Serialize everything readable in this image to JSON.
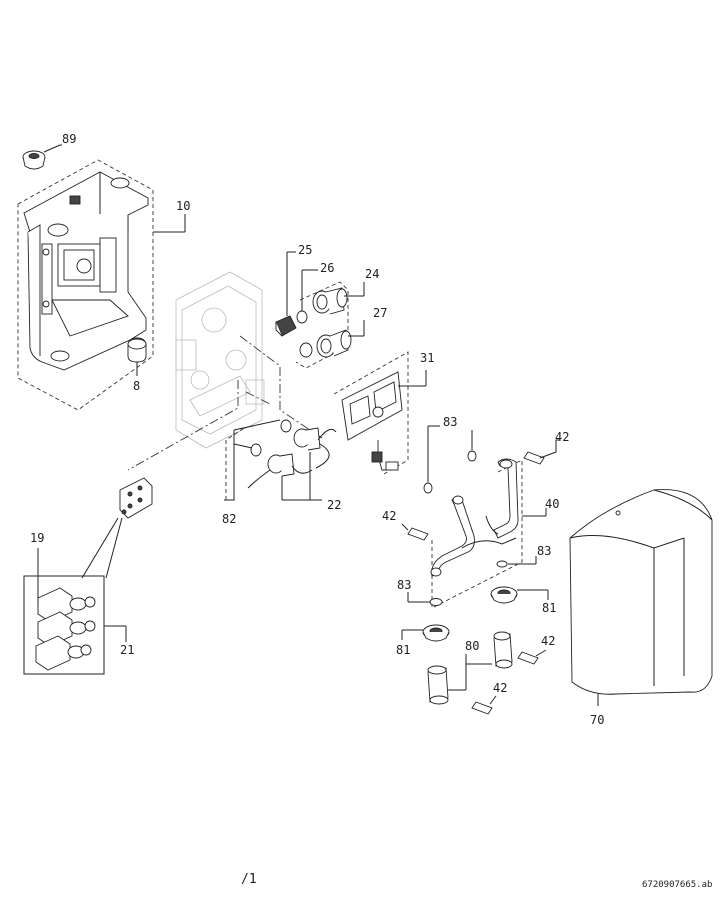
{
  "labels": {
    "p89": "89",
    "p10": "10",
    "p8": "8",
    "p25": "25",
    "p26": "26",
    "p24": "24",
    "p27": "27",
    "p31": "31",
    "p83a": "83",
    "p42a": "42",
    "p40": "40",
    "p42b": "42",
    "p83b": "83",
    "p83c": "83",
    "p81a": "81",
    "p81b": "81",
    "p80": "80",
    "p42c": "42",
    "p42d": "42",
    "p70": "70",
    "p82": "82",
    "p22": "22",
    "p19": "19",
    "p21": "21"
  },
  "footer": {
    "page": "/1",
    "drawing_id": "6720907665.ab"
  }
}
